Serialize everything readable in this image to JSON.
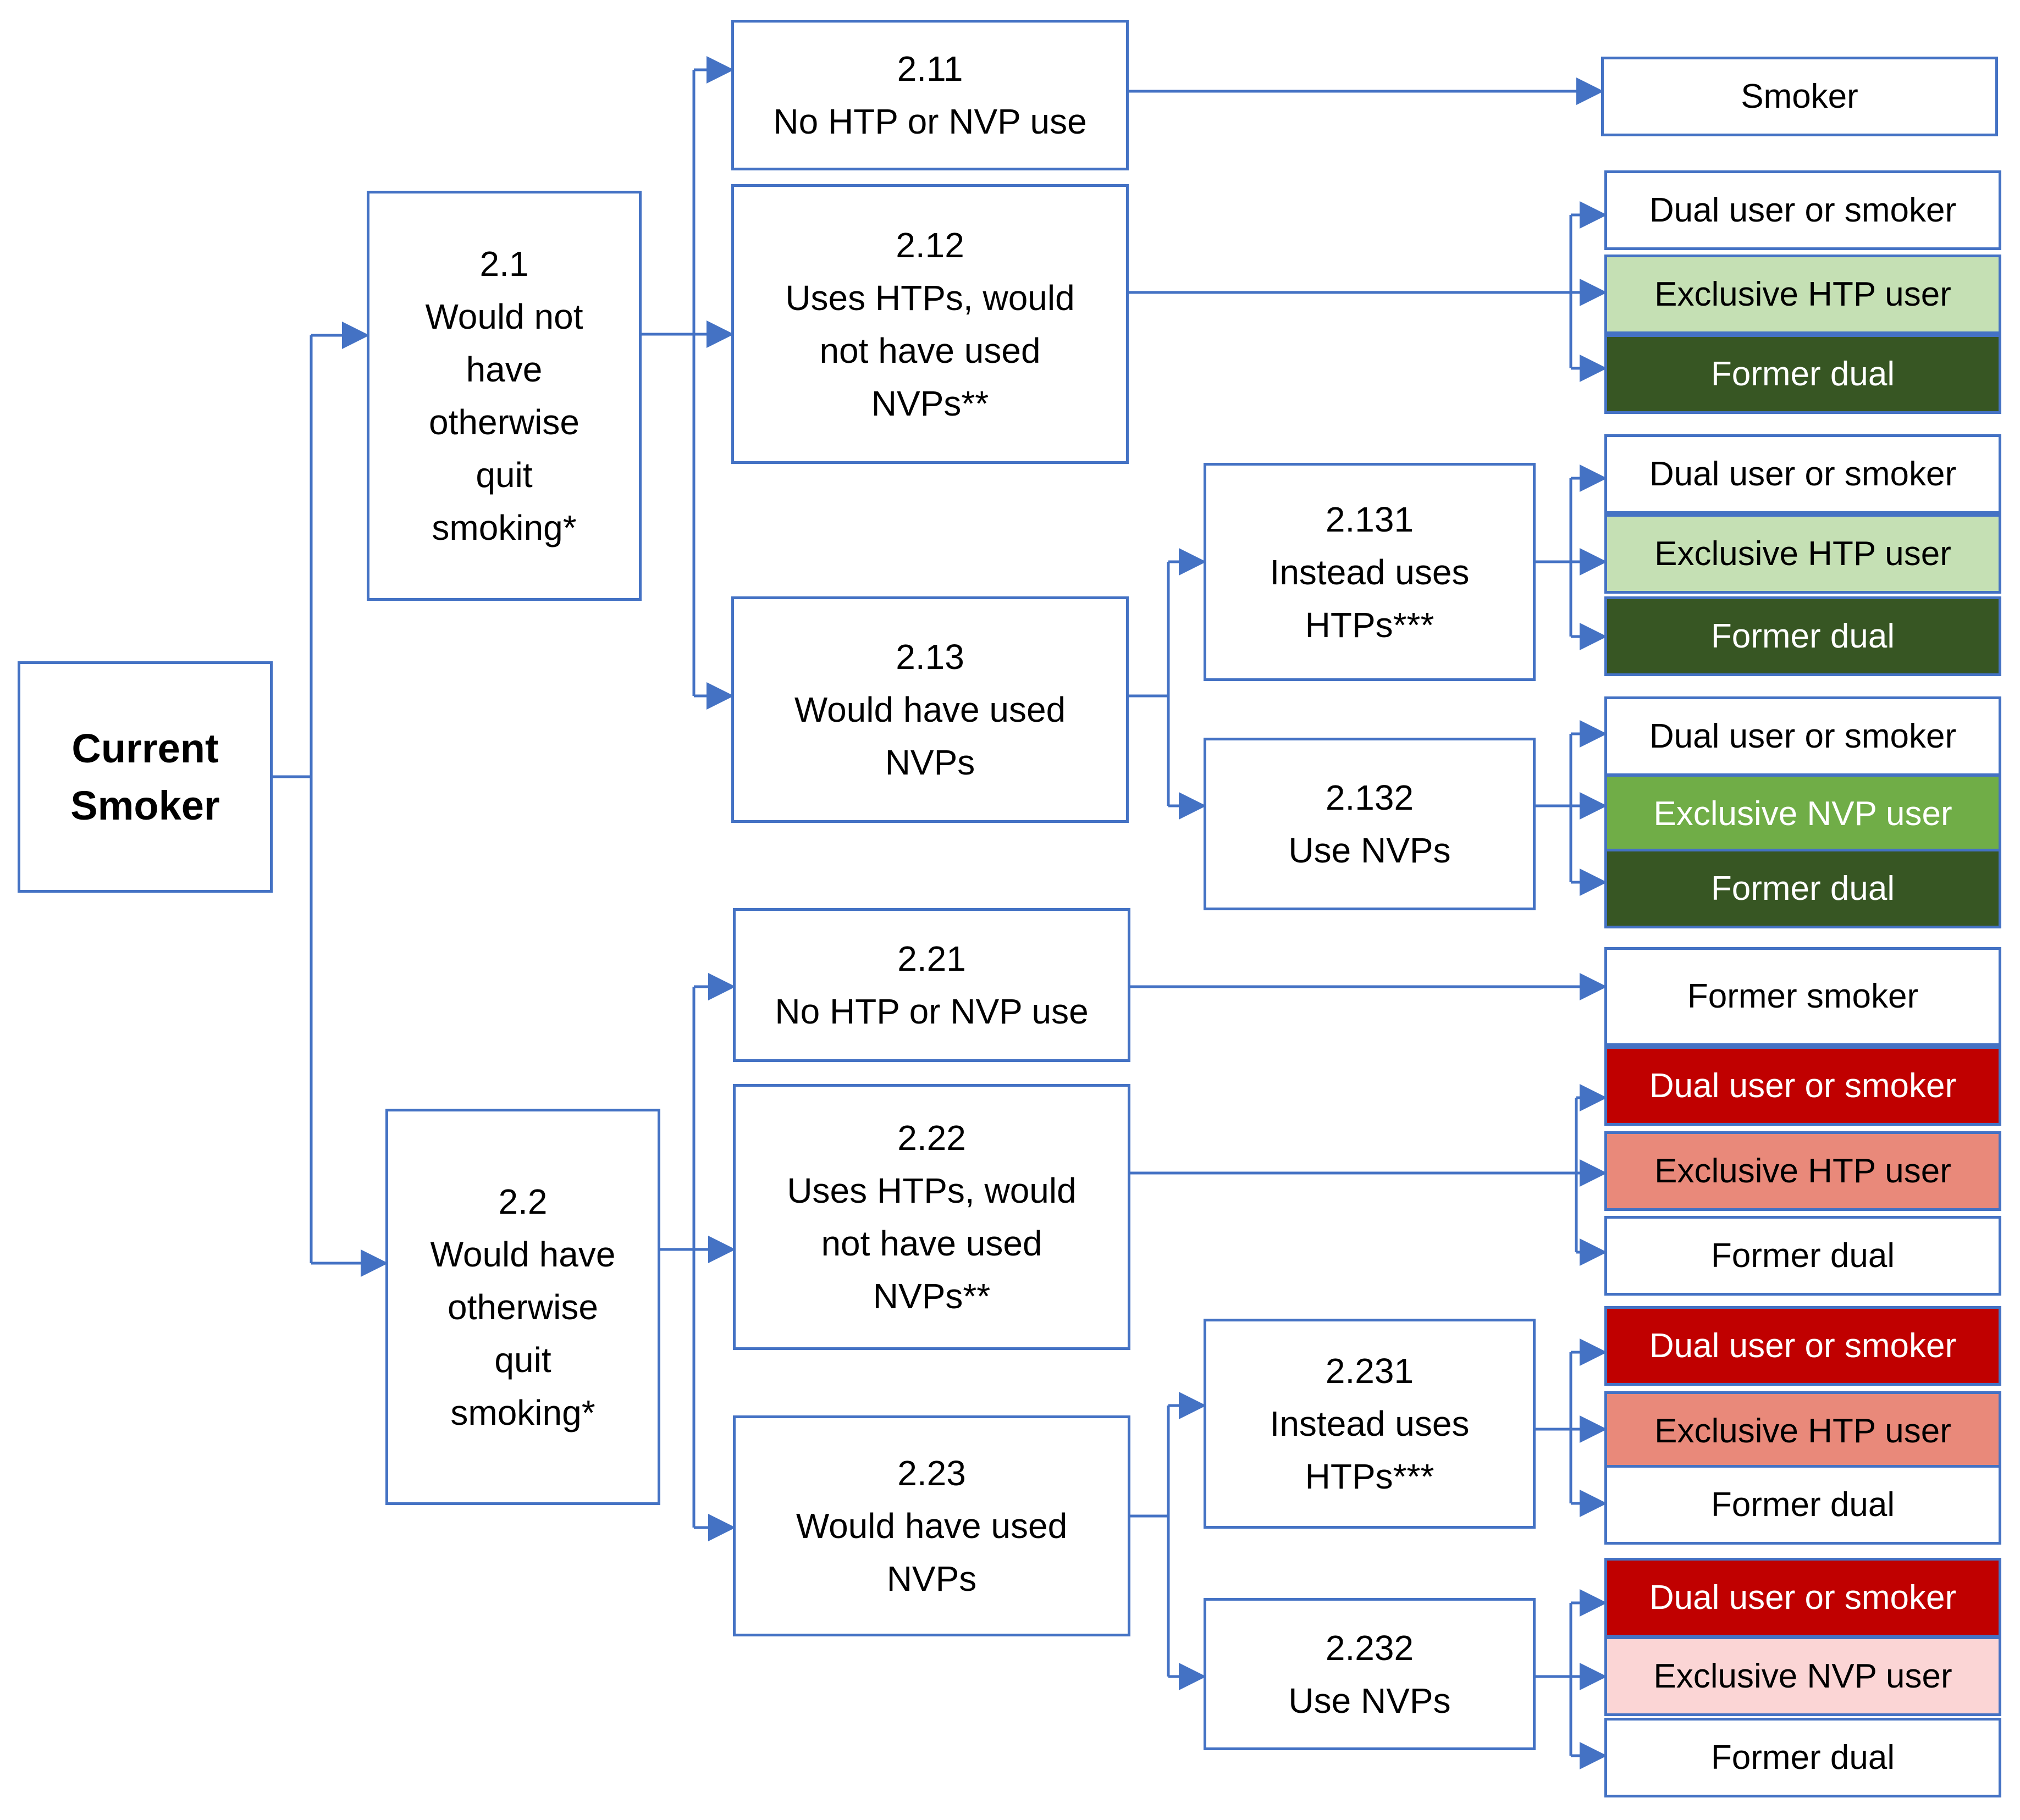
{
  "root": {
    "lines": [
      "Current",
      "Smoker"
    ]
  },
  "level1": [
    {
      "id": "2.1",
      "lines": [
        "2.1",
        "Would not",
        "have",
        "otherwise",
        "quit",
        "smoking*"
      ]
    },
    {
      "id": "2.2",
      "lines": [
        "2.2",
        "Would have",
        "otherwise",
        "quit",
        "smoking*"
      ]
    }
  ],
  "level2": [
    {
      "id": "2.11",
      "lines": [
        "2.11",
        "No HTP or NVP use"
      ]
    },
    {
      "id": "2.12",
      "lines": [
        "2.12",
        "Uses HTPs, would",
        "not have used",
        "NVPs**"
      ]
    },
    {
      "id": "2.13",
      "lines": [
        "2.13",
        "Would have used",
        "NVPs"
      ]
    },
    {
      "id": "2.21",
      "lines": [
        "2.21",
        "No HTP or NVP use"
      ]
    },
    {
      "id": "2.22",
      "lines": [
        "2.22",
        "Uses HTPs, would",
        "not have used",
        "NVPs**"
      ]
    },
    {
      "id": "2.23",
      "lines": [
        "2.23",
        "Would have used",
        "NVPs"
      ]
    }
  ],
  "level3": [
    {
      "id": "2.131",
      "lines": [
        "2.131",
        "Instead uses",
        "HTPs***"
      ]
    },
    {
      "id": "2.132",
      "lines": [
        "2.132",
        "Use NVPs"
      ]
    },
    {
      "id": "2.231",
      "lines": [
        "2.231",
        "Instead uses",
        "HTPs***"
      ]
    },
    {
      "id": "2.232",
      "lines": [
        "2.232",
        "Use NVPs"
      ]
    }
  ],
  "outcomes": [
    {
      "label": "Smoker",
      "fill": "#FFFFFF",
      "text_color": "#000000"
    },
    {
      "label": "Dual user or smoker",
      "fill": "#FFFFFF",
      "text_color": "#000000"
    },
    {
      "label": "Exclusive HTP user",
      "fill": "#C5E0B4",
      "text_color": "#000000"
    },
    {
      "label": "Former dual",
      "fill": "#375623",
      "text_color": "#FFFFFF"
    },
    {
      "label": "Dual user or smoker",
      "fill": "#FFFFFF",
      "text_color": "#000000"
    },
    {
      "label": "Exclusive HTP user",
      "fill": "#C5E0B4",
      "text_color": "#000000"
    },
    {
      "label": "Former dual",
      "fill": "#375623",
      "text_color": "#FFFFFF"
    },
    {
      "label": "Dual user or smoker",
      "fill": "#FFFFFF",
      "text_color": "#000000"
    },
    {
      "label": "Exclusive NVP user",
      "fill": "#70AD47",
      "text_color": "#FFFFFF"
    },
    {
      "label": "Former dual",
      "fill": "#375623",
      "text_color": "#FFFFFF"
    },
    {
      "label": "Former smoker",
      "fill": "#FFFFFF",
      "text_color": "#000000"
    },
    {
      "label": "Dual user or smoker",
      "fill": "#C00000",
      "text_color": "#FFFFFF"
    },
    {
      "label": "Exclusive HTP user",
      "fill": "#E9897A",
      "text_color": "#000000"
    },
    {
      "label": "Former dual",
      "fill": "#FFFFFF",
      "text_color": "#000000"
    },
    {
      "label": "Dual user or smoker",
      "fill": "#C00000",
      "text_color": "#FFFFFF"
    },
    {
      "label": "Exclusive HTP user",
      "fill": "#E9897A",
      "text_color": "#000000"
    },
    {
      "label": "Former dual",
      "fill": "#FFFFFF",
      "text_color": "#000000"
    },
    {
      "label": "Dual user or smoker",
      "fill": "#C00000",
      "text_color": "#FFFFFF"
    },
    {
      "label": "Exclusive NVP user",
      "fill": "#FBD5D5",
      "text_color": "#000000"
    },
    {
      "label": "Former dual",
      "fill": "#FFFFFF",
      "text_color": "#000000"
    }
  ],
  "colors": {
    "connector": "#4472C4",
    "border": "#4472C4"
  }
}
